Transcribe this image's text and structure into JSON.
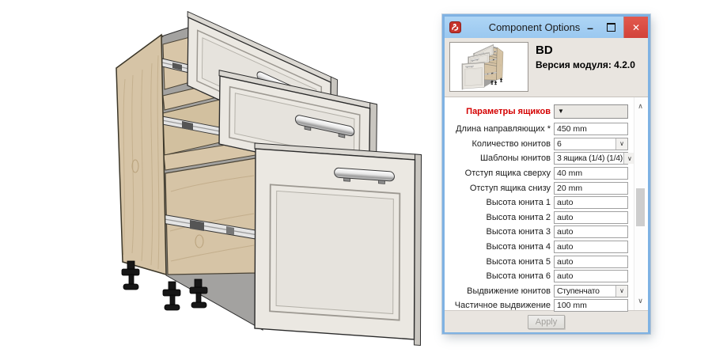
{
  "window": {
    "title": "Component Options",
    "minimize_glyph": "–",
    "close_glyph": "✕"
  },
  "header": {
    "component_name": "BD",
    "version": "Версия модуля: 4.2.0"
  },
  "params": {
    "section": {
      "label": "Параметры ящиков",
      "collapse_glyph": "▼"
    },
    "combo_glyph": "∨",
    "scroll_up_glyph": "∧",
    "scroll_down_glyph": "∨",
    "rows": [
      {
        "label": "Длина направляющих *",
        "value": "450 mm",
        "type": "text"
      },
      {
        "label": "Количество юнитов",
        "value": "6",
        "type": "select"
      },
      {
        "label": "Шаблоны юнитов",
        "value": "3 ящика (1/4) (1/4)",
        "type": "select"
      },
      {
        "label": "Отступ ящика сверху",
        "value": "40 mm",
        "type": "text"
      },
      {
        "label": "Отступ ящика снизу",
        "value": "20 mm",
        "type": "text"
      },
      {
        "label": "Высота юнита 1",
        "value": "auto",
        "type": "text"
      },
      {
        "label": "Высота юнита 2",
        "value": "auto",
        "type": "text"
      },
      {
        "label": "Высота юнита 3",
        "value": "auto",
        "type": "text"
      },
      {
        "label": "Высота юнита 4",
        "value": "auto",
        "type": "text"
      },
      {
        "label": "Высота юнита 5",
        "value": "auto",
        "type": "text"
      },
      {
        "label": "Высота юнита 6",
        "value": "auto",
        "type": "text"
      },
      {
        "label": "Выдвижение юнитов",
        "value": "Ступенчато",
        "type": "select"
      },
      {
        "label": "Частичное выдвижение",
        "value": "100 mm",
        "type": "text"
      }
    ]
  },
  "footer": {
    "apply_label": "Apply"
  },
  "colors": {
    "titlebar": "#a8d2f3",
    "window_frame": "#7fb2e3",
    "close_button": "#d8473e",
    "section_accent": "#d40000",
    "wood": "#d6c4a6",
    "drawer_front": "#ebe8e2"
  }
}
